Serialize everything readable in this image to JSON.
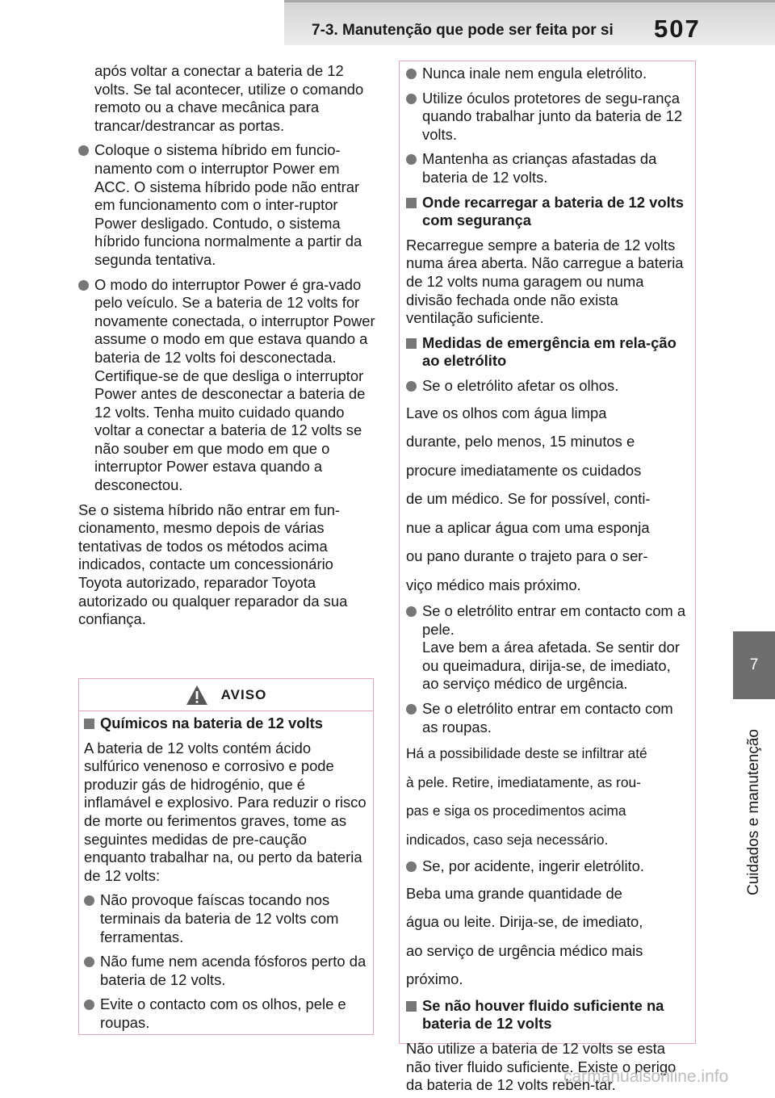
{
  "header": {
    "title": "7-3. Manutenção que pode ser feita por si",
    "page_number": "507"
  },
  "side": {
    "chapter_number": "7",
    "chapter_label": "Cuidados e manutenção"
  },
  "left": {
    "cont_text": "após voltar a conectar a bateria de 12 volts. Se tal acontecer, utilize o comando remoto ou a chave mecânica para trancar/destrancar as portas.",
    "bullet1": "Coloque o sistema híbrido em funcio-namento com o interruptor Power em ACC. O sistema híbrido pode não entrar em funcionamento com o inter-ruptor Power desligado. Contudo, o sistema híbrido funciona normalmente a partir da segunda tentativa.",
    "bullet2": "O modo do interruptor Power é gra-vado pelo veículo. Se a bateria de 12 volts for novamente conectada, o interruptor Power assume o modo em que estava quando a bateria de 12 volts foi desconectada. Certifique-se de que desliga o interruptor Power antes de desconectar a bateria de 12 volts. Tenha muito cuidado quando voltar a conectar a bateria de 12 volts se não souber em que modo em que o interruptor Power estava quando a desconectou.",
    "paragraph": "Se o sistema híbrido não entrar em fun-cionamento, mesmo depois de várias tentativas de todos os métodos acima indicados, contacte um concessionário Toyota autorizado, reparador Toyota autorizado ou qualquer reparador da sua confiança."
  },
  "warning": {
    "label": "AVISO",
    "heading": "Químicos na bateria de 12 volts",
    "intro": "A bateria de 12 volts contém ácido sulfúrico venenoso e corrosivo e pode produzir gás de hidrogénio, que é inflamável e explosivo. Para reduzir o risco de morte ou ferimentos graves, tome as seguintes medidas de pre-caução enquanto trabalhar na, ou perto da bateria de 12 volts:",
    "bullets": [
      "Não provoque faíscas tocando nos terminais da bateria de 12 volts com ferramentas.",
      "Não fume nem acenda fósforos perto da bateria de 12 volts.",
      "Evite o contacto com os olhos, pele e roupas."
    ]
  },
  "right": {
    "bullets_top": [
      "Nunca inale nem engula eletrólito.",
      "Utilize óculos protetores de segu-rança quando trabalhar junto da bateria de 12 volts.",
      "Mantenha as crianças afastadas da bateria de 12 volts."
    ],
    "heading1": "Onde recarregar a bateria de 12 volts com segurança",
    "para1": "Recarregue sempre a bateria de 12 volts numa área aberta. Não carregue a bateria de 12 volts numa garagem ou numa divisão fechada onde não exista ventilação suficiente.",
    "heading2": "Medidas de emergência em rela-ção ao eletrólito",
    "bullet_eyes": "Se o eletrólito afetar os olhos.",
    "eyes_lines": [
      "Lave os olhos com água limpa",
      "durante, pelo menos, 15 minutos e",
      "procure imediatamente os cuidados",
      "de um médico. Se for possível, conti-",
      "nue a aplicar água com uma esponja",
      "ou pano durante o trajeto para o ser-",
      "viço médico mais próximo."
    ],
    "bullet_skin_1": "Se o eletrólito entrar em contacto com a pele.",
    "bullet_skin_2": "Lave bem a área afetada. Se sentir dor ou queimadura, dirija-se, de imediato, ao serviço médico de urgência.",
    "bullet_clothes": "Se o eletrólito entrar em contacto com as roupas.",
    "clothes_lines": [
      "Há a possibilidade deste se infiltrar até",
      "à pele. Retire, imediatamente, as rou-",
      "pas e siga os procedimentos acima",
      "indicados, caso seja necessário."
    ],
    "bullet_ingest": "Se, por acidente, ingerir eletrólito.",
    "ingest_lines": [
      "Beba uma grande quantidade de",
      "água ou leite. Dirija-se, de imediato,",
      "ao serviço de urgência médico mais",
      "próximo."
    ],
    "heading3": "Se não houver fluido suficiente na bateria de 12 volts",
    "para3": "Não utilize a bateria de 12 volts se esta não tiver fluido suficiente. Existe o perigo da bateria de 12 volts reben-tar."
  },
  "watermark": "carmanualsonline.info"
}
